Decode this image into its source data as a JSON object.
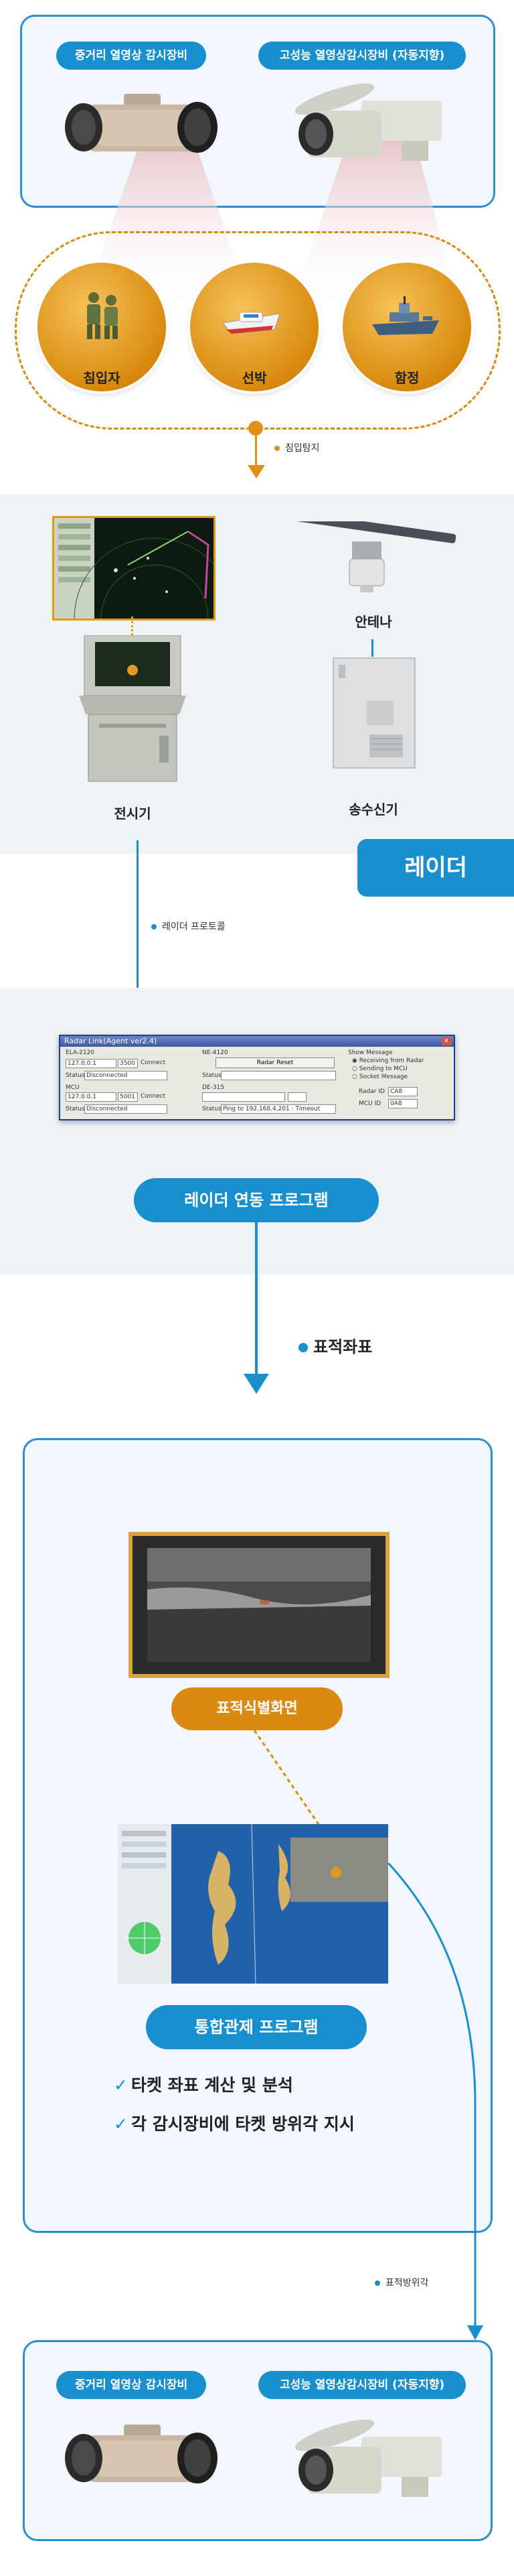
{
  "top_card": {
    "left_pill": "중거리 열영상 감시장비",
    "right_pill": "고성능 열영상감시장비 (자동지향)"
  },
  "targets": [
    {
      "label": "침입자",
      "icon": "soldiers-icon"
    },
    {
      "label": "선박",
      "icon": "boat-icon"
    },
    {
      "label": "함정",
      "icon": "warship-icon"
    }
  ],
  "intrusion_note": "침입탐지",
  "radar_section": {
    "display_label": "전시기",
    "antenna_label": "안테나",
    "transceiver_label": "송수신기",
    "badge": "레이더"
  },
  "radar_protocol_note": "레이더 프로토콜",
  "program_window": {
    "title": "Radar Link(Agent ver2.4)",
    "groups": [
      "ELA-2120",
      "NE-4120",
      "Show Message",
      "MCU",
      "DE-315"
    ],
    "ip1": "127.0.0.1",
    "port1": "3500",
    "connect_label": "Connect",
    "status_label": "Status",
    "status1": "Disconnected",
    "radar_reset": "Radar Reset",
    "options": [
      "Receiving from Radar",
      "Sending to MCU",
      "Socket Message"
    ],
    "ip2": "127.0.0.1",
    "port2": "5001",
    "status2": "Disconnected",
    "radar_id_label": "Radar ID",
    "radar_id": "CA8",
    "mcu_id_label": "MCU ID",
    "mcu_id": "0A8",
    "ping_status": "Ping to 192.168.4.201 : Timeout"
  },
  "radar_program_label": "레이더 연동 프로그램",
  "target_coord_note": "표적좌표",
  "main_card": {
    "identify_label": "표적식별화면",
    "control_label": "통합관제 프로그램",
    "checklist": [
      "타켓 좌표 계산 및 분석",
      "각 감시장비에 타켓 방위각 지시"
    ]
  },
  "bearing_note": "표적방위각",
  "bottom_card": {
    "left_pill": "중거리 열영상 감시장비",
    "right_pill": "고성능 열영상감시장비 (자동지향)"
  },
  "colors": {
    "accent": "#1a8fcd",
    "orange": "#d88a13",
    "card_border": "#2e8ed0"
  }
}
